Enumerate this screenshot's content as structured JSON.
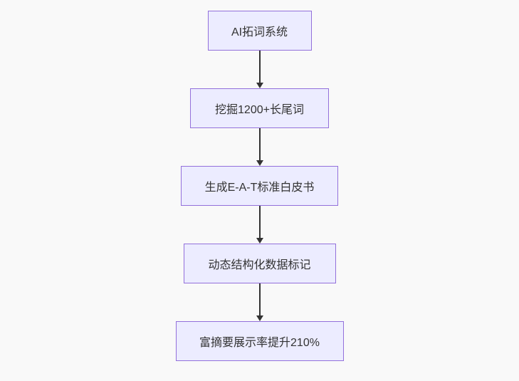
{
  "diagram": {
    "type": "flowchart",
    "direction": "top-down",
    "nodes": [
      {
        "id": "n1",
        "label": "AI拓词系统"
      },
      {
        "id": "n2",
        "label": "挖掘1200+长尾词"
      },
      {
        "id": "n3",
        "label": "生成E-A-T标准白皮书"
      },
      {
        "id": "n4",
        "label": "动态结构化数据标记"
      },
      {
        "id": "n5",
        "label": "富摘要展示率提升210%"
      }
    ],
    "edges": [
      {
        "from": "n1",
        "to": "n2"
      },
      {
        "from": "n2",
        "to": "n3"
      },
      {
        "from": "n3",
        "to": "n4"
      },
      {
        "from": "n4",
        "to": "n5"
      }
    ],
    "colors": {
      "background": "#f9f9f9",
      "node_fill": "#ECECFF",
      "node_border": "#9370DB",
      "node_text": "#333333",
      "edge": "#333333"
    }
  }
}
